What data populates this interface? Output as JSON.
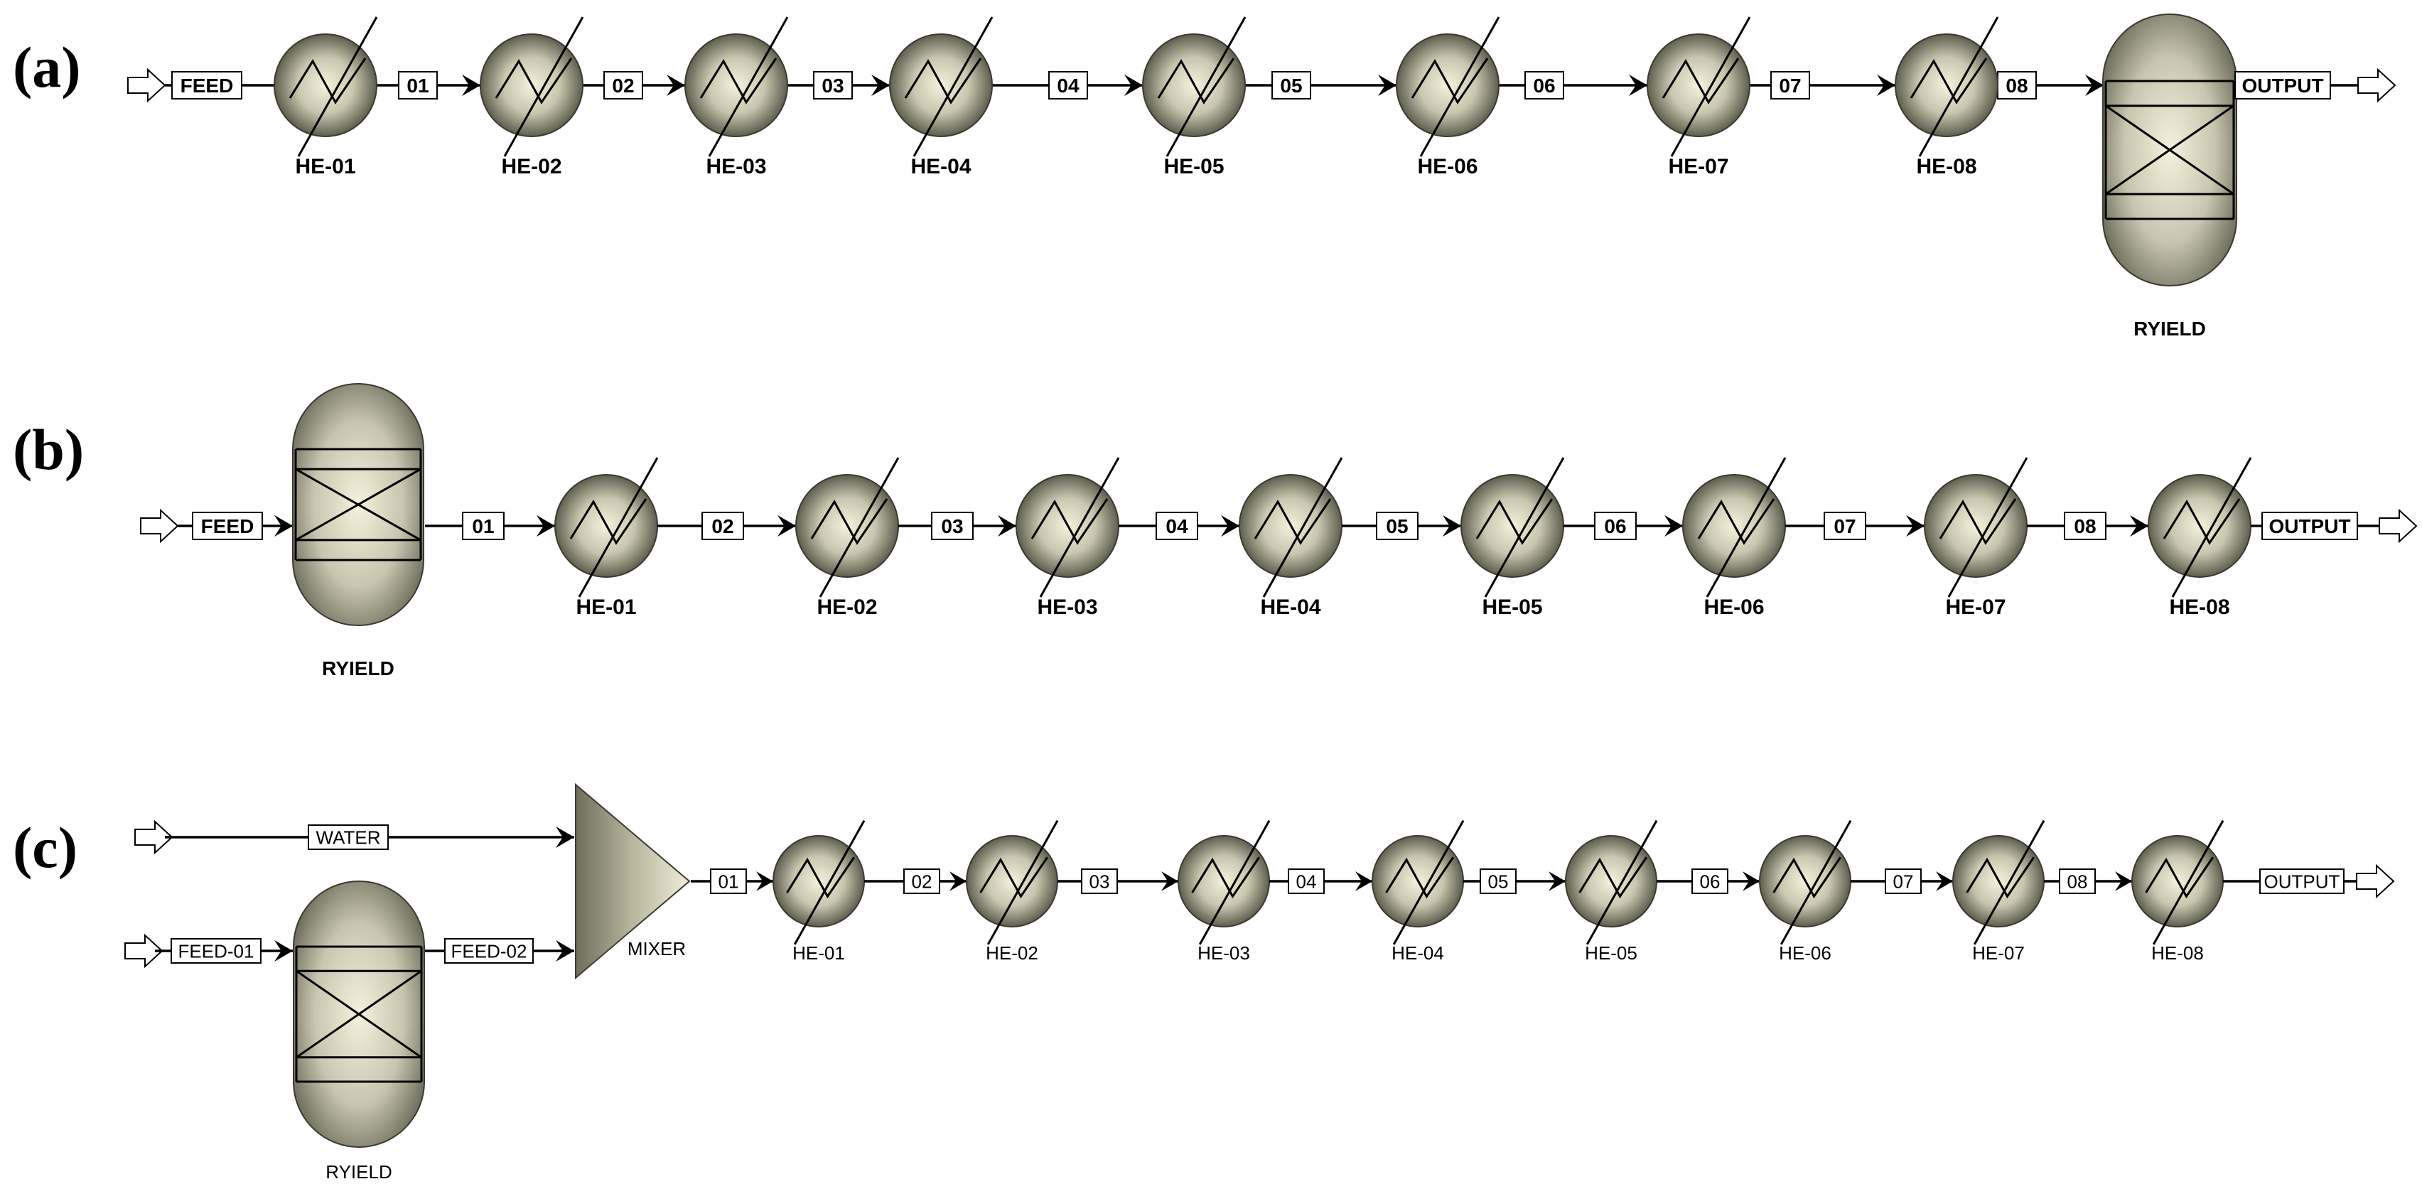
{
  "panels": {
    "a": {
      "label": "(a)",
      "feed": "FEED",
      "output": "OUTPUT",
      "streams": [
        "01",
        "02",
        "03",
        "04",
        "05",
        "06",
        "07",
        "08"
      ],
      "heat_exchangers": [
        "HE-01",
        "HE-02",
        "HE-03",
        "HE-04",
        "HE-05",
        "HE-06",
        "HE-07",
        "HE-08"
      ],
      "reactor": "RYIELD"
    },
    "b": {
      "label": "(b)",
      "feed": "FEED",
      "output": "OUTPUT",
      "streams": [
        "01",
        "02",
        "03",
        "04",
        "05",
        "06",
        "07",
        "08"
      ],
      "heat_exchangers": [
        "HE-01",
        "HE-02",
        "HE-03",
        "HE-04",
        "HE-05",
        "HE-06",
        "HE-07",
        "HE-08"
      ],
      "reactor": "RYIELD"
    },
    "c": {
      "label": "(c)",
      "water": "WATER",
      "feed_01": "FEED-01",
      "feed_02": "FEED-02",
      "mixer": "MIXER",
      "output": "OUTPUT",
      "streams": [
        "01",
        "02",
        "03",
        "04",
        "05",
        "06",
        "07",
        "08"
      ],
      "heat_exchangers": [
        "HE-01",
        "HE-02",
        "HE-03",
        "HE-04",
        "HE-05",
        "HE-06",
        "HE-07",
        "HE-08"
      ],
      "reactor": "RYIELD"
    }
  },
  "colors": {
    "equipment_light": "#f4f2dc",
    "equipment_dark": "#5e5e4e",
    "line": "#000000",
    "background": "#ffffff"
  }
}
